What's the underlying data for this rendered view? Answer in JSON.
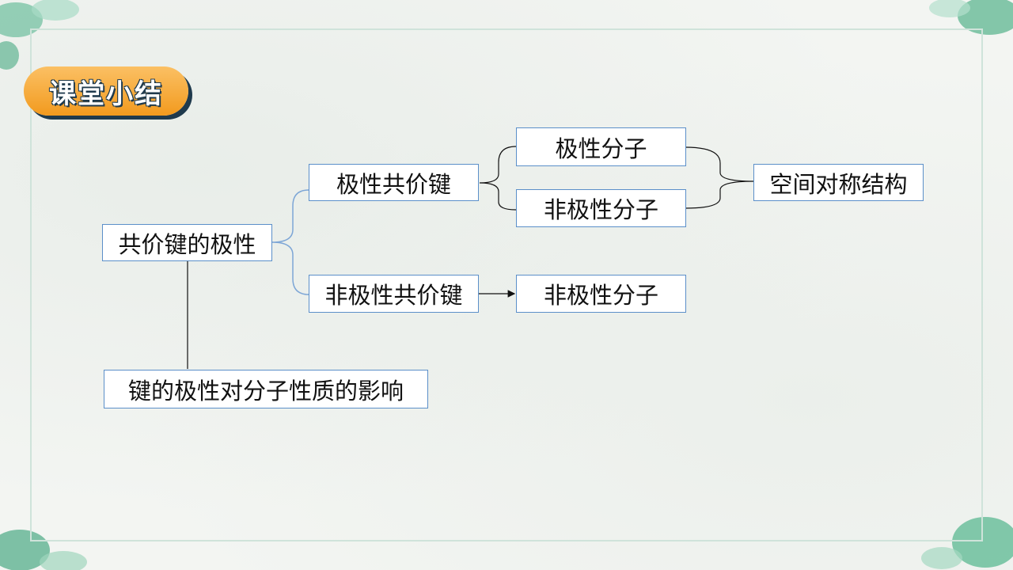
{
  "slide": {
    "title": "课堂小结"
  },
  "nodes": {
    "root": "共价键的极性",
    "polar_bond": "极性共价键",
    "nonpolar_bond": "非极性共价键",
    "polar_molecule": "极性分子",
    "nonpolar_molecule_a": "非极性分子",
    "nonpolar_molecule_b": "非极性分子",
    "spatial_symmetry": "空间对称结构",
    "property_effect": "键的极性对分子性质的影响"
  },
  "colors": {
    "accent": "#f29a1e",
    "shadow": "#1f3a4d",
    "node_border": "#5b8fc9",
    "frame": "#cfe3da"
  }
}
